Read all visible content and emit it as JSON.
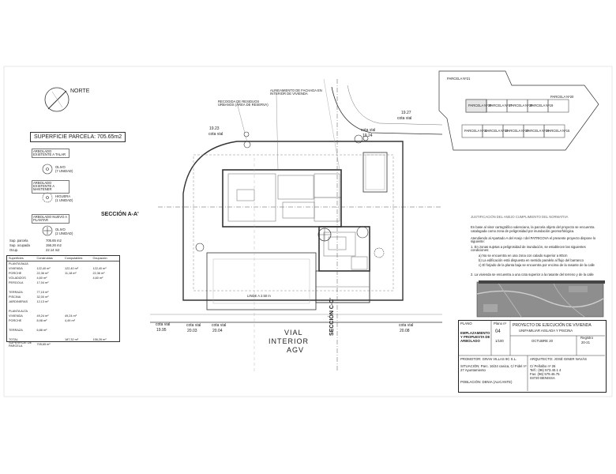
{
  "north": {
    "label": "NORTE"
  },
  "plot": {
    "surface": "SUPERFICIE PARCELA: 705.65m2"
  },
  "tree_legend": [
    {
      "title": "ARBOLADO EXISTENTE A TALAR",
      "name": "OLIVO",
      "qty": "(7 UNIDAD)"
    },
    {
      "title": "ARBOLADO EXISTENTE A MANTENER",
      "name": "HIGUERA",
      "qty": "(1 UNIDAD)"
    },
    {
      "title": "ARBOLADO NUEVO A PLANTAR",
      "name": "OLIVO",
      "qty": "(2 UNIDAD)"
    }
  ],
  "summary": [
    {
      "label": "Sup. parcela",
      "value": "705.65 m2"
    },
    {
      "label": "Sup. ocupada",
      "value": "156.26 m2"
    },
    {
      "label": "Ocup.",
      "value": "22.14 m2"
    }
  ],
  "area_table": {
    "headers": [
      "Superficies",
      "Construidas",
      "Computables",
      "Ocupación"
    ],
    "rows": [
      [
        "PLANTA BAJA",
        "",
        "",
        ""
      ],
      [
        "VIVIENDA",
        "122,40 m²",
        "122,40 m²",
        "122,40 m²"
      ],
      [
        "PORCHE",
        "22,36 m²",
        "11,18 m²",
        "22,36 m²"
      ],
      [
        "VOLADIZOS",
        "4,60 m²",
        "",
        "4,60 m²"
      ],
      [
        "PERGOLA",
        "17,04 m²",
        "",
        ""
      ],
      [
        "",
        "",
        "",
        ""
      ],
      [
        "TERRAZA",
        "77,15 m²",
        "",
        ""
      ],
      [
        "PISCINA",
        "32,00 m²",
        "",
        ""
      ],
      [
        "JARDINERAS",
        "12,13 m²",
        "",
        ""
      ],
      [
        "",
        "",
        "",
        ""
      ],
      [
        "PLANTA ALTA",
        "",
        "",
        ""
      ],
      [
        "VIVIENDA",
        "49,24 m²",
        "49,24 m²",
        ""
      ],
      [
        "PORCHE",
        "8,98 m²",
        "4,49 m²",
        ""
      ],
      [
        "",
        "",
        "",
        ""
      ],
      [
        "TERRAZA",
        "6,88 m²",
        "",
        ""
      ],
      [
        "",
        "",
        "",
        ""
      ],
      [
        "TOTAL",
        "",
        "187,32 m²",
        "156,26 m²"
      ],
      [
        "SUPERFICIE DE PARCELA",
        "705,65 m²",
        "",
        ""
      ]
    ]
  },
  "plan": {
    "cota_labels": [
      {
        "id": "nw",
        "value": "19.23",
        "caption": "cota vial"
      },
      {
        "id": "n",
        "value": "19.24",
        "caption": "cota vial"
      },
      {
        "id": "ne",
        "value": "19.27",
        "caption": "cota vial"
      },
      {
        "id": "sw",
        "value": "19.95",
        "caption": "cota vial"
      },
      {
        "id": "s1",
        "value": "20.03",
        "caption": "cota vial"
      },
      {
        "id": "s2",
        "value": "20.04",
        "caption": "cota vial"
      },
      {
        "id": "se",
        "value": "20.08",
        "caption": "cota vial"
      }
    ],
    "section_aa": "SECCIÓN A-A'",
    "section_cc": "SECCIÓN C-C'",
    "road": [
      "VIAL",
      "INTERIOR",
      "AGV"
    ],
    "boundary_label": "LINDE A 2.50 m",
    "note_top_left": "RECOGIDA DE RESIDUOS URBANOS (ÁREA DE RESERVA)",
    "note_top_right": "ALINEAMIENTO DE FACHADA EN INTERIOR DE VIVIENDA"
  },
  "key_plan": {
    "top": "PARCELA Nº21",
    "row1": [
      "PARCELA Nº16",
      "PARCELA Nº17",
      "PARCELA Nº18",
      "PARCELA Nº19",
      "PARCELA Nº20"
    ],
    "row2": [
      "PARCELA Nº11",
      "PARCELA Nº12",
      "PARCELA Nº13",
      "PARCELA Nº14",
      "PARCELA Nº15"
    ]
  },
  "notes": {
    "heading": "JUSTIFICACIÓN DEL ANEJO CUMPLIMIENTO DEL NORMATIVA",
    "intro": "En base al visor cartográfico valenciano, la parcela objeto del proyecto se encuentra catalogada como zona de peligrosidad por inundación geomorfológica.",
    "line2": "Atendiendo al Apartado A del Anejo I del PATRICOVA el presente proyecto dispone lo siguiente:",
    "item1": "1. En zonas sujetas a peligrosidad de inundación, se establecen las siguientes condiciones:",
    "subs": [
      "a)   No se encuentra en una zona con calado superior a 80cm",
      "b)   La edificación está dispuesta en sentido paralelo al flujo del barranco",
      "c)   El forjado de la planta baja se encuentra por encima de la rasante de la calle"
    ],
    "item2": "2. La vivienda se encuentra a una cota superior a la rasante del terreno y de la calle"
  },
  "title_block": {
    "plano_label": "PLANO",
    "plano_no_label": "Plano nº",
    "plano_no": "04",
    "plan_name": "EMPLAZAMIENTO Y PROPUESTA DE ARBOLADO",
    "scale": "1/100",
    "date": "OCTUBRE 20",
    "registro_label": "Registro",
    "registro": "20-21",
    "project_title": "PROYECTO DE EJECUCIÓN DE VIVIENDA",
    "project_sub": "UNIFAMILIAR AISLADA Y PISCINA",
    "promotor": "PROMOTOR: GRAN VILLAS 9C S.L.",
    "situacion": "SITUACIÓN: Parc. 16/24 casica, C/ Fidel nº 27  Ayuntamiento",
    "poblacion": "POBLACIÓN: DENIA (ALICANTE)",
    "arquitecto": "ARQUITECTO: JOSÉ GINER NAVÁS",
    "address": "C/ Peñalbo nº 26\nTelf.: (96) 573.40.1 4\nFax: (96) 579.46.75\n03720 BENISSA"
  }
}
